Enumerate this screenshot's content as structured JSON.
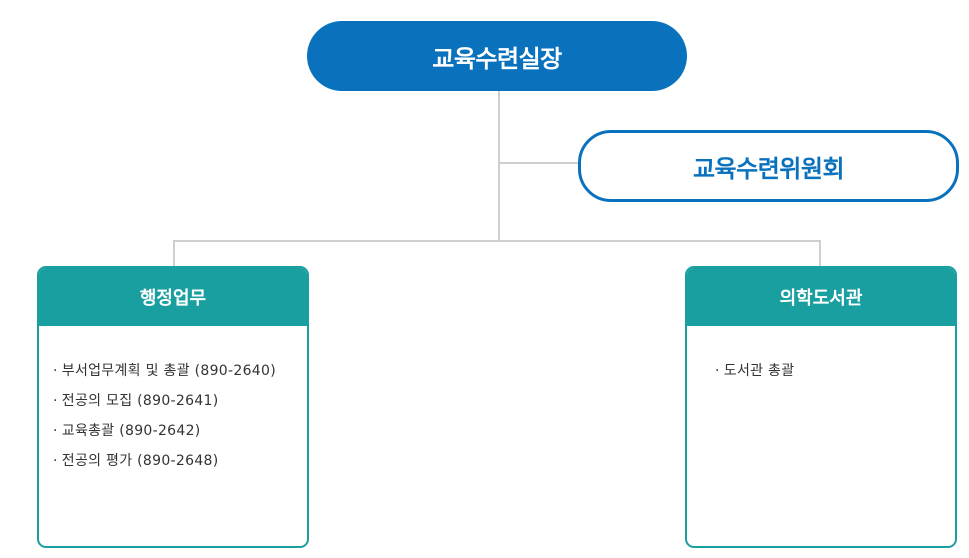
{
  "colors": {
    "primary_blue": "#0a72bd",
    "teal": "#1a9fa0",
    "connector": "#cfcfcf",
    "duty_text": "#333333"
  },
  "head": {
    "title": "교육수련실장"
  },
  "committee": {
    "title": "교육수련위원회"
  },
  "departments": [
    {
      "title": "행정업무",
      "duties": [
        "부서업무계획 및 총괄 (890-2640)",
        "전공의 모집 (890-2641)",
        "교육총괄 (890-2642)",
        "전공의 평가 (890-2648)"
      ]
    },
    {
      "title": "의학도서관",
      "duties": [
        "도서관 총괄"
      ]
    }
  ],
  "bullet": "·"
}
